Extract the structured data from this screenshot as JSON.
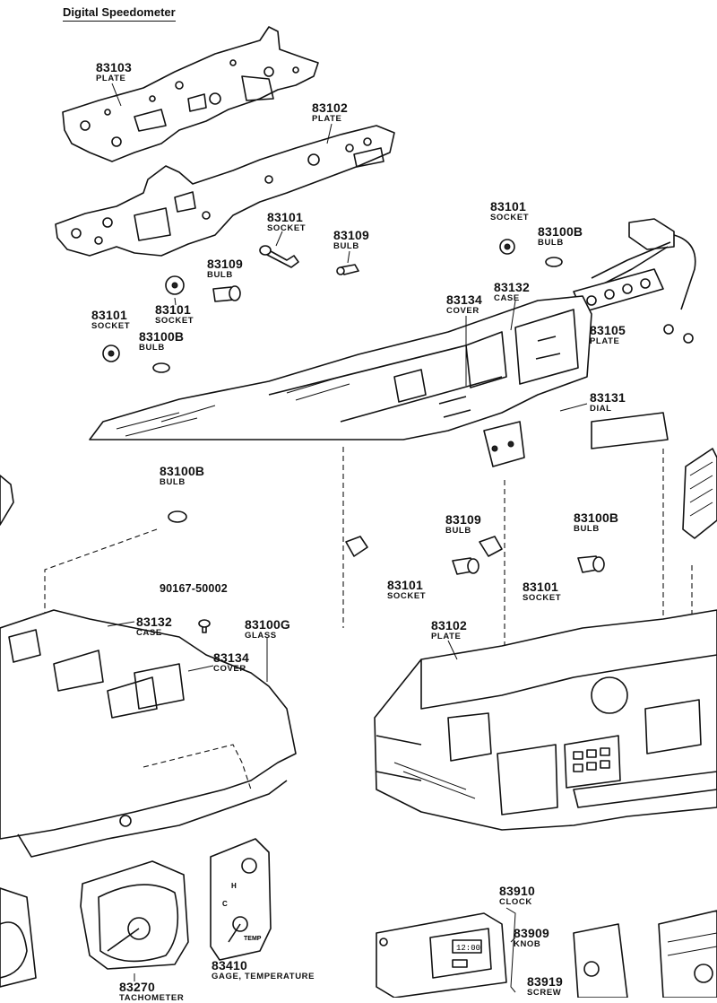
{
  "title": "Digital Speedometer",
  "labels": [
    {
      "id": "l1",
      "number": "83103",
      "name": "PLATE"
    },
    {
      "id": "l2",
      "number": "83102",
      "name": "PLATE"
    },
    {
      "id": "l3",
      "number": "83101",
      "name": "SOCKET"
    },
    {
      "id": "l4",
      "number": "83109",
      "name": "BULB"
    },
    {
      "id": "l5",
      "number": "83101",
      "name": "SOCKET"
    },
    {
      "id": "l6",
      "number": "83100B",
      "name": "BULB"
    },
    {
      "id": "l7",
      "number": "83109",
      "name": "BULB"
    },
    {
      "id": "l8",
      "number": "83101",
      "name": "SOCKET"
    },
    {
      "id": "l9",
      "number": "83101",
      "name": "SOCKET"
    },
    {
      "id": "l10",
      "number": "83100B",
      "name": "BULB"
    },
    {
      "id": "l11",
      "number": "83134",
      "name": "COVER"
    },
    {
      "id": "l12",
      "number": "83132",
      "name": "CASE"
    },
    {
      "id": "l13",
      "number": "83105",
      "name": "PLATE"
    },
    {
      "id": "l14",
      "number": "83131",
      "name": "DIAL"
    },
    {
      "id": "l15",
      "number": "83100B",
      "name": "BULB"
    },
    {
      "id": "l16",
      "number": "90167-50002",
      "name": ""
    },
    {
      "id": "l17",
      "number": "83132",
      "name": "CASE"
    },
    {
      "id": "l18",
      "number": "83100G",
      "name": "GLASS"
    },
    {
      "id": "l19",
      "number": "83134",
      "name": "COVER"
    },
    {
      "id": "l20",
      "number": "83109",
      "name": "BULB"
    },
    {
      "id": "l21",
      "number": "83100B",
      "name": "BULB"
    },
    {
      "id": "l22",
      "number": "83101",
      "name": "SOCKET"
    },
    {
      "id": "l23",
      "number": "83101",
      "name": "SOCKET"
    },
    {
      "id": "l24",
      "number": "83102",
      "name": "PLATE"
    },
    {
      "id": "l25",
      "number": "83910",
      "name": "CLOCK"
    },
    {
      "id": "l26",
      "number": "83909",
      "name": "KNOB"
    },
    {
      "id": "l27",
      "number": "83919",
      "name": "SCREW"
    },
    {
      "id": "l28",
      "number": "83270",
      "name": "TACHOMETER"
    },
    {
      "id": "l29",
      "number": "83410",
      "name": "GAGE, TEMPERATURE"
    }
  ],
  "clock_display": "12:00",
  "gauge_marks": {
    "hot": "H",
    "cold": "C",
    "temp": "TEMP"
  }
}
